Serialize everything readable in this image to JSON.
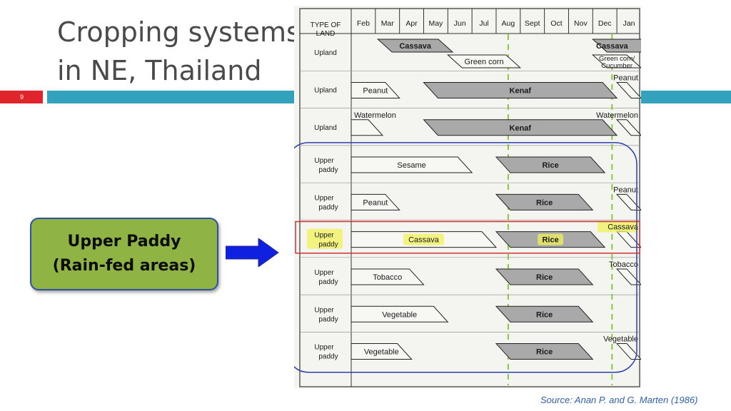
{
  "slide": {
    "title_line1": "Cropping systems",
    "title_line2": "in NE, Thailand",
    "page_number": "9",
    "callout_line1": "Upper Paddy",
    "callout_line2": "(Rain-fed areas)",
    "source": "Source: Anan P. and G. Marten (1986)"
  },
  "colors": {
    "accent_bar": "#33a3bd",
    "page_badge": "#e0242b",
    "callout_fill": "#8fb444",
    "arrow": "#1020e0",
    "highlight_oval": "#2a3fb0",
    "highlight_rect": "#d33030",
    "marker_yellow": "#f2f25a",
    "dashed_line": "#8cc640"
  },
  "table": {
    "corner_header": [
      "TYPE OF",
      "LAND"
    ],
    "months": [
      "Feb",
      "Mar",
      "Apr",
      "May",
      "Jun",
      "Jul",
      "Aug",
      "Sept",
      "Oct",
      "Nov",
      "Dec",
      "Jan"
    ],
    "rows": [
      {
        "land": [
          "Upland"
        ],
        "crops": [
          {
            "label": "Cassava",
            "shaded": true,
            "start": 1.1,
            "end": 4.2,
            "lane": "upper"
          },
          {
            "label": "Cassava",
            "shaded": true,
            "start": 10.0,
            "end": 12.8,
            "lane": "upper",
            "label_pos": 10.8
          },
          {
            "label": "Green corn",
            "shaded": false,
            "start": 4.0,
            "end": 7.0,
            "lane": "lower"
          },
          {
            "label": "Green corn/",
            "label2": "Cucumber",
            "shaded": false,
            "start": 10.0,
            "end": 12.0,
            "lane": "lower"
          }
        ]
      },
      {
        "land": [
          "Upland"
        ],
        "crops": [
          {
            "label": "Peanut",
            "shaded": false,
            "start": 0.0,
            "end": 2.0,
            "lane": "single"
          },
          {
            "label": "Kenaf",
            "shaded": true,
            "start": 3.0,
            "end": 11.0,
            "lane": "single"
          },
          {
            "label": "Peanut",
            "shaded": false,
            "start": 11.0,
            "end": 12.0,
            "lane": "single",
            "label_above": true
          }
        ]
      },
      {
        "land": [
          "Upland"
        ],
        "crops": [
          {
            "label": "Watermelon",
            "shaded": false,
            "start": 0.0,
            "end": 1.3,
            "lane": "single",
            "label_above": true
          },
          {
            "label": "Kenaf",
            "shaded": true,
            "start": 3.0,
            "end": 11.0,
            "lane": "single"
          },
          {
            "label": "Watermelon",
            "shaded": false,
            "start": 11.0,
            "end": 12.0,
            "lane": "single",
            "label_above": true
          }
        ]
      },
      {
        "land": [
          "Upper",
          "paddy"
        ],
        "crops": [
          {
            "label": "Sesame",
            "shaded": false,
            "start": 0.0,
            "end": 5.0,
            "lane": "single"
          },
          {
            "label": "Rice",
            "shaded": true,
            "start": 6.0,
            "end": 10.5,
            "lane": "single"
          }
        ]
      },
      {
        "land": [
          "Upper",
          "paddy"
        ],
        "crops": [
          {
            "label": "Peanut",
            "shaded": false,
            "start": 0.0,
            "end": 2.0,
            "lane": "single"
          },
          {
            "label": "Rice",
            "shaded": true,
            "start": 6.0,
            "end": 10.0,
            "lane": "single"
          },
          {
            "label": "Peanut",
            "shaded": false,
            "start": 11.0,
            "end": 12.0,
            "lane": "single",
            "label_above": true
          }
        ]
      },
      {
        "land": [
          "Upper",
          "paddy"
        ],
        "highlight": true,
        "crops": [
          {
            "label": "Cassava",
            "shaded": false,
            "start": 0.0,
            "end": 6.0,
            "lane": "single",
            "marker": true
          },
          {
            "label": "Rice",
            "shaded": true,
            "start": 6.0,
            "end": 10.5,
            "lane": "single",
            "marker": true
          },
          {
            "label": "Cassava",
            "shaded": false,
            "start": 11.0,
            "end": 12.0,
            "lane": "single",
            "label_above": true,
            "marker": true
          }
        ]
      },
      {
        "land": [
          "Upper",
          "paddy"
        ],
        "crops": [
          {
            "label": "Tobacco",
            "shaded": false,
            "start": 0.0,
            "end": 3.0,
            "lane": "single"
          },
          {
            "label": "Rice",
            "shaded": true,
            "start": 6.0,
            "end": 10.0,
            "lane": "single"
          },
          {
            "label": "Tobacco",
            "shaded": false,
            "start": 11.0,
            "end": 12.0,
            "lane": "single",
            "label_above": true
          }
        ]
      },
      {
        "land": [
          "Upper",
          "paddy"
        ],
        "crops": [
          {
            "label": "Vegetable",
            "shaded": false,
            "start": 0.0,
            "end": 4.0,
            "lane": "single"
          },
          {
            "label": "Rice",
            "shaded": true,
            "start": 6.0,
            "end": 10.0,
            "lane": "single"
          }
        ]
      },
      {
        "land": [
          "Upper",
          "paddy"
        ],
        "crops": [
          {
            "label": "Vegetable",
            "shaded": false,
            "start": 0.0,
            "end": 2.5,
            "lane": "single"
          },
          {
            "label": "Rice",
            "shaded": true,
            "start": 6.0,
            "end": 10.0,
            "lane": "single"
          },
          {
            "label": "Vegetable",
            "shaded": false,
            "start": 11.0,
            "end": 12.0,
            "lane": "single",
            "label_above": true
          }
        ]
      }
    ]
  }
}
